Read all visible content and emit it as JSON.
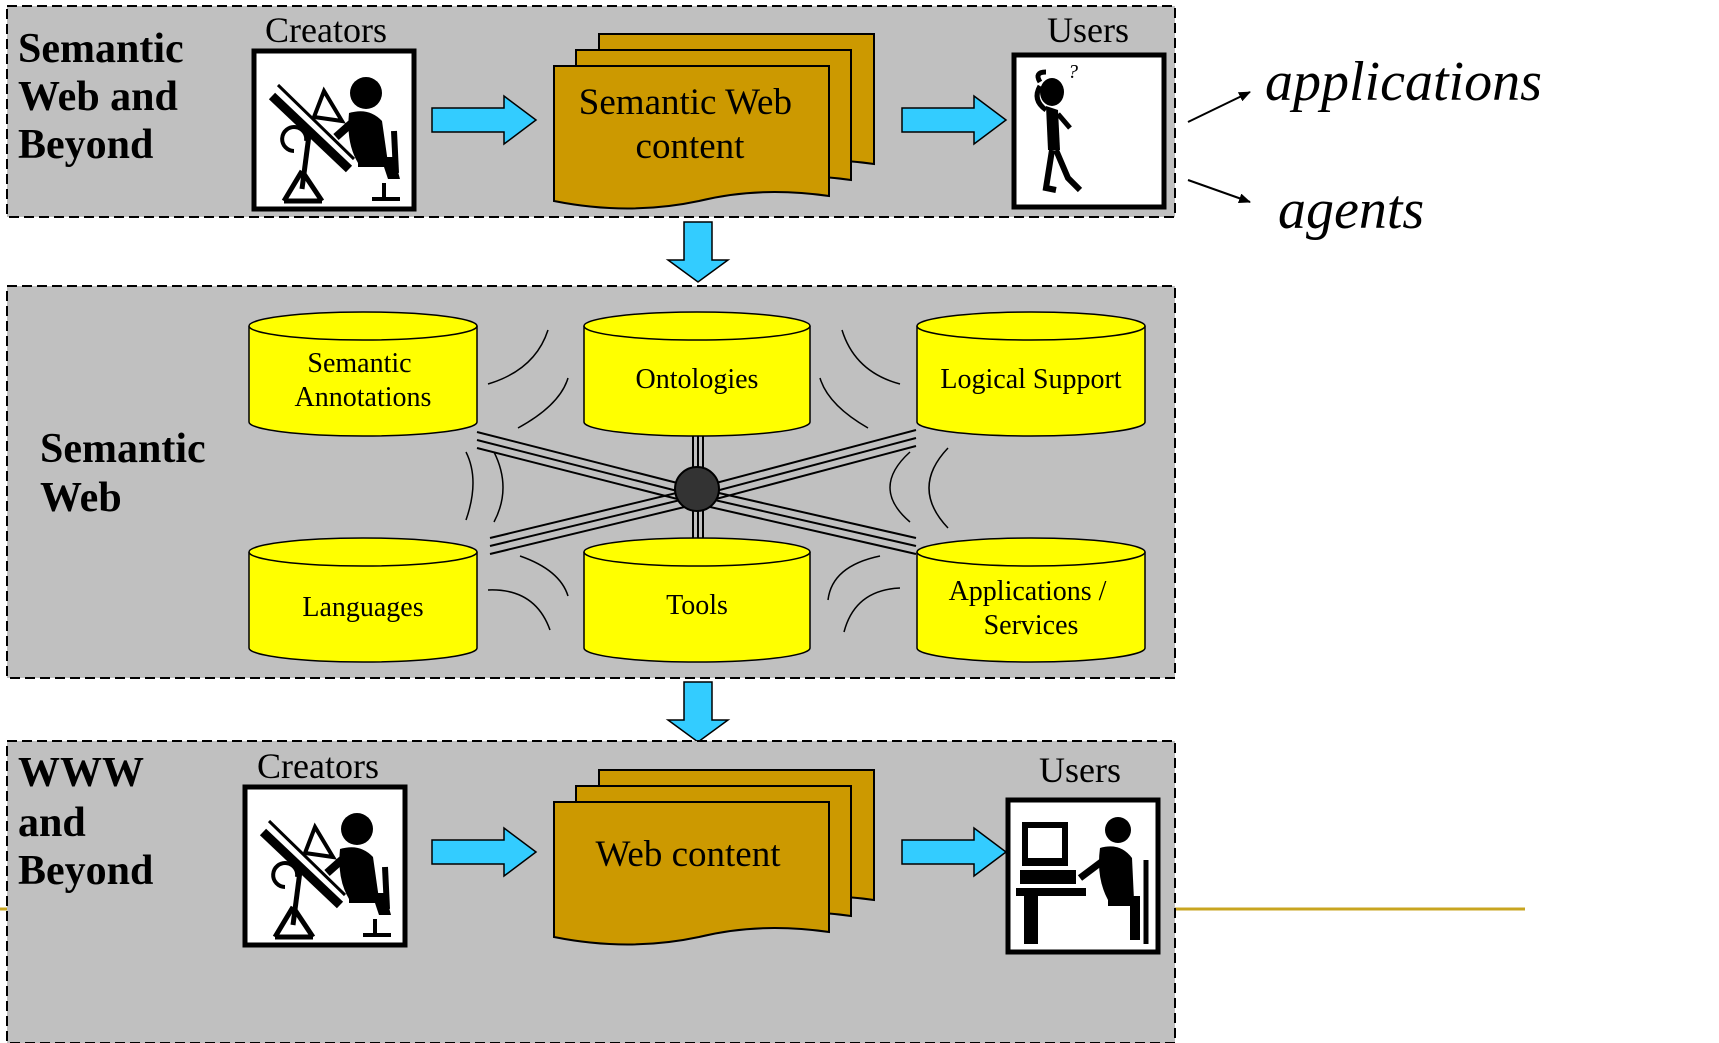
{
  "layers": {
    "top": {
      "title_lines": [
        "Semantic",
        "Web and",
        "Beyond"
      ],
      "creators": "Creators",
      "users": "Users",
      "content_lines": [
        "Semantic Web",
        "content"
      ]
    },
    "middle": {
      "title_lines": [
        "Semantic",
        "Web"
      ],
      "cylinders": [
        {
          "lines": [
            "Semantic",
            "Annotations"
          ]
        },
        {
          "lines": [
            "Ontologies"
          ]
        },
        {
          "lines": [
            "Logical Support"
          ]
        },
        {
          "lines": [
            "Languages"
          ]
        },
        {
          "lines": [
            "Tools"
          ]
        },
        {
          "lines": [
            "Applications /",
            "Services"
          ]
        }
      ]
    },
    "bottom": {
      "title_lines": [
        "WWW",
        "and",
        "Beyond"
      ],
      "creators": "Creators",
      "users": "Users",
      "content_lines": [
        "Web content"
      ]
    }
  },
  "outputs": [
    "applications",
    "agents"
  ],
  "colors": {
    "band_fill": "#c0c0c0",
    "doc_fill": "#cc9900",
    "cylinder_fill": "#ffff00",
    "arrow_fill": "#33ccff",
    "hub_fill": "#333333",
    "footer_line": "#c8a520"
  },
  "icons": {
    "creator": "designer-at-drafting-table-icon",
    "top_user": "confused-person-icon",
    "bottom_user": "person-at-computer-icon"
  }
}
